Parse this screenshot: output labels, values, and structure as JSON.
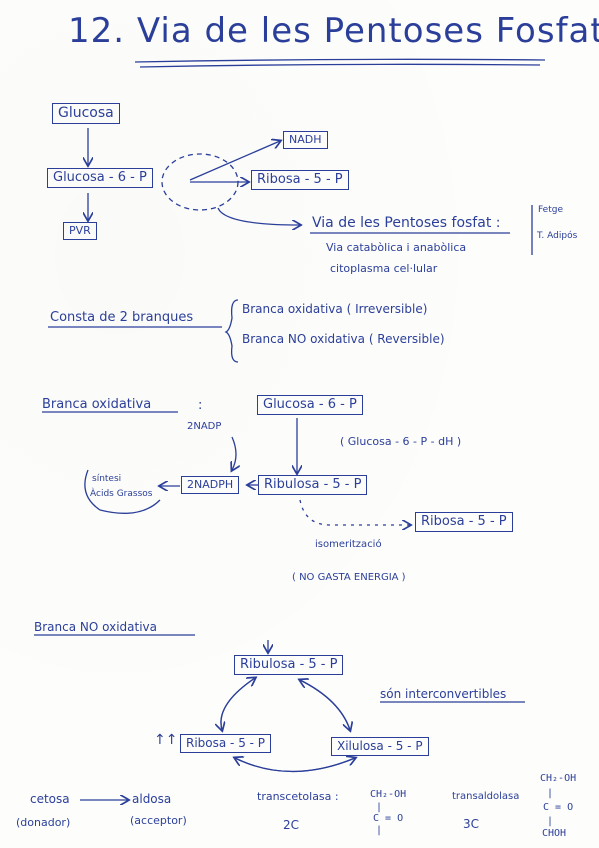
{
  "title": "12. Via de les Pentoses Fosfat",
  "top_diagram": {
    "glucosa": "Glucosa",
    "glucosa_6p": "Glucosa - 6 - P",
    "nadph": "NADH",
    "ribosa_5p": "Ribosa - 5 - P",
    "pvr": "PVR",
    "via_title": "Via de les Pentoses fosfat :",
    "via_line1": "Via catabòlica i anabòlica",
    "via_line2": "citoplasma cel·lular",
    "side_note1": "Fetge",
    "side_note2": "T. Adipós"
  },
  "branches": {
    "consta": "Consta de 2 branques",
    "oxidativa": "Branca oxidativa ( Irreversible)",
    "no_oxidativa": "Branca NO oxidativa ( Reversible)"
  },
  "oxidative_section": {
    "heading": "Branca oxidativa",
    "colon": ":",
    "glucosa_6p": "Glucosa - 6 - P",
    "two_nadp": "2NADP",
    "enzyme": "( Glucosa - 6 - P - dH )",
    "two_nadph": "2NADPH",
    "sintesi_line1": "síntesi",
    "sintesi_line2": "Àcids Grassos",
    "ribulosa_5p": "Ribulosa - 5 - P",
    "ribosa_5p": "Ribosa - 5 - P",
    "isomeritzacio": "isomerització",
    "no_gasta": "( NO GASTA ENERGIA )"
  },
  "non_oxidative_section": {
    "heading": "Branca NO oxidativa",
    "ribulosa_5p": "Ribulosa - 5 - P",
    "interconvertibles": "són interconvertibles",
    "up_arrows": "↑↑",
    "ribosa_5p": "Ribosa - 5 - P",
    "xilulosa_5p": "Xilulosa - 5 - P",
    "cetosa": "cetosa",
    "cetosa_role": "(donador)",
    "aldosa": "aldosa",
    "aldosa_role": "(acceptor)",
    "transcetolasa": "transcetolasa :",
    "transcetolasa_carbons": "2C",
    "formula_ch2oh": "CH₂-OH",
    "formula_vert1": "|",
    "formula_co": "C = O",
    "formula_vert2": "|",
    "transaldolasa": "transaldolasa",
    "transaldolasa_carbons": "3C",
    "formula2_ch2oh": "CH₂-OH",
    "formula2_vert1": "|",
    "formula2_co": "C = O",
    "formula2_vert2": "|",
    "formula2_choh": "CHOH"
  },
  "colors": {
    "ink": "#2b3f9a",
    "paper": "#fdfdfb"
  }
}
